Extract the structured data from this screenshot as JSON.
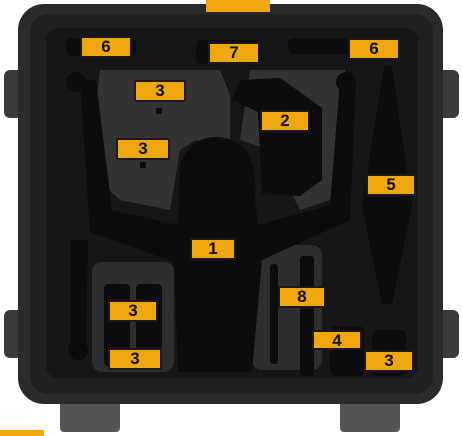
{
  "colors": {
    "label_fill": "#f0a70f",
    "label_border": "#1a1a1a",
    "case_shell": "#2b2b2b",
    "foam": "#161616",
    "foam_raised": "#3a3a3a"
  },
  "labels": {
    "drone_body": "1",
    "gimbal": "2",
    "battery_upper_1": "3",
    "battery_upper_2": "3",
    "battery_lower_1": "3",
    "battery_lower_2": "3",
    "battery_lower_right": "3",
    "slot_4": "4",
    "propeller_slot": "5",
    "accessory_left": "6",
    "accessory_right": "6",
    "slot_7": "7",
    "slot_8": "8"
  }
}
